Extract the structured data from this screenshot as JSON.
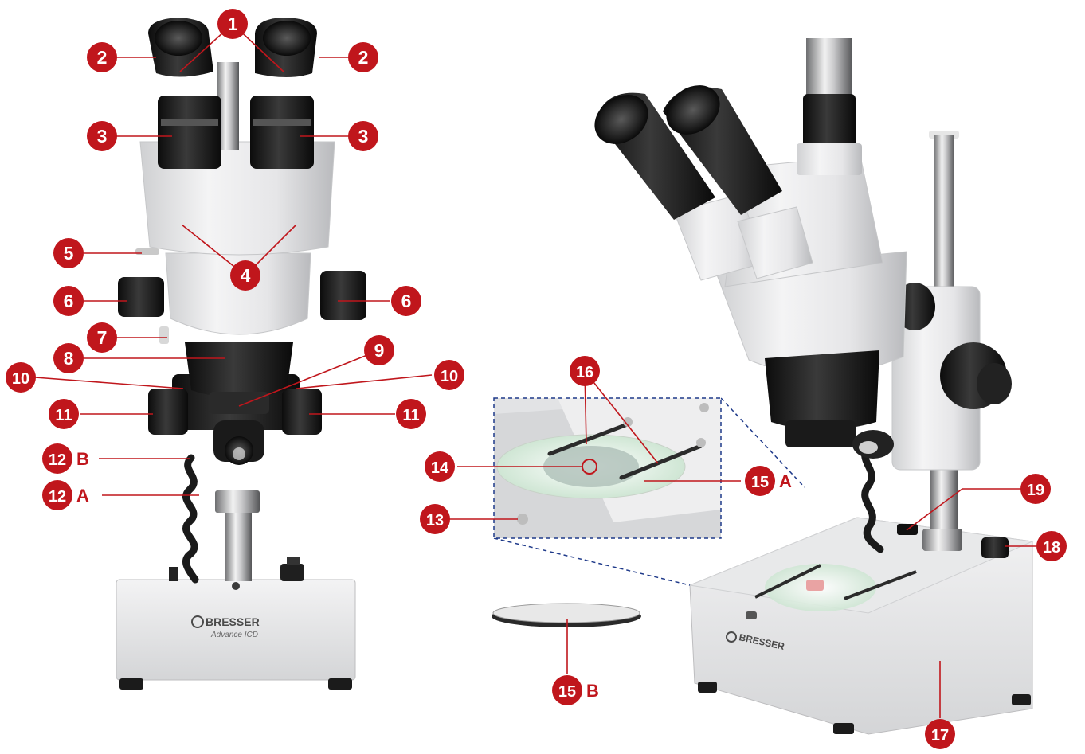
{
  "accent_color": "#c0161c",
  "brand": {
    "name": "BRESSER",
    "model": "Advance ICD"
  },
  "callouts": [
    {
      "id": "c1",
      "label": "1"
    },
    {
      "id": "c2-left",
      "label": "2"
    },
    {
      "id": "c2-right",
      "label": "2"
    },
    {
      "id": "c3-left",
      "label": "3"
    },
    {
      "id": "c3-right",
      "label": "3"
    },
    {
      "id": "c4",
      "label": "4"
    },
    {
      "id": "c5",
      "label": "5"
    },
    {
      "id": "c6-left",
      "label": "6"
    },
    {
      "id": "c6-right",
      "label": "6"
    },
    {
      "id": "c7",
      "label": "7"
    },
    {
      "id": "c8",
      "label": "8"
    },
    {
      "id": "c9",
      "label": "9"
    },
    {
      "id": "c10-left",
      "label": "10"
    },
    {
      "id": "c10-right",
      "label": "10"
    },
    {
      "id": "c11-left",
      "label": "11"
    },
    {
      "id": "c11-right",
      "label": "11"
    },
    {
      "id": "c12b",
      "label": "12",
      "suffix": "B"
    },
    {
      "id": "c12a",
      "label": "12",
      "suffix": "A"
    },
    {
      "id": "c13",
      "label": "13"
    },
    {
      "id": "c14",
      "label": "14"
    },
    {
      "id": "c15a",
      "label": "15",
      "suffix": "A"
    },
    {
      "id": "c15b",
      "label": "15",
      "suffix": "B"
    },
    {
      "id": "c16",
      "label": "16"
    },
    {
      "id": "c17",
      "label": "17"
    },
    {
      "id": "c18",
      "label": "18"
    },
    {
      "id": "c19",
      "label": "19"
    }
  ]
}
